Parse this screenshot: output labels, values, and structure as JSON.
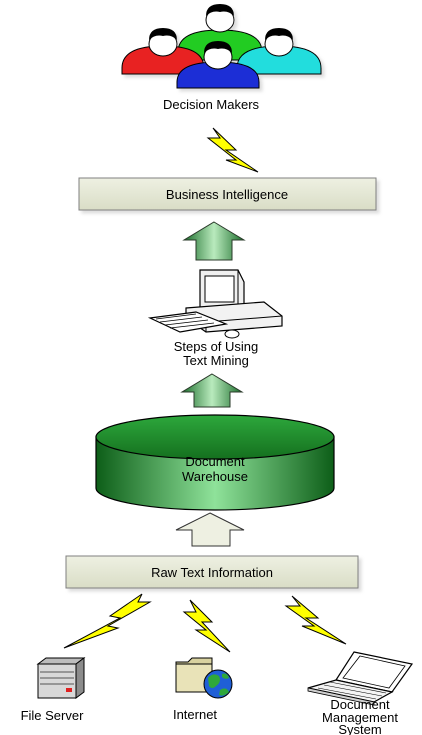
{
  "nodes": {
    "decision_makers": "Decision Makers",
    "business_intelligence": "Business Intelligence",
    "text_mining_line1": "Steps of Using",
    "text_mining_line2": "Text Mining",
    "warehouse_line1": "Document",
    "warehouse_line2": "Warehouse",
    "raw_text": "Raw Text Information",
    "file_server": "File Server",
    "internet": "Internet",
    "dms_line1": "Document",
    "dms_line2": "Management",
    "dms_line3": "System"
  },
  "icons": {
    "people": "decision-makers-people-icon",
    "computer": "desktop-computer-icon",
    "server": "file-server-icon",
    "globe": "internet-globe-folder-icon",
    "laptop": "laptop-icon",
    "bolt": "lightning-bolt-icon"
  },
  "colors": {
    "box_fill": "#e2e6d2",
    "box_stroke": "#808080",
    "arrow_green": "#2b8a3e",
    "arrow_beige": "#eef0e2",
    "bolt_yellow": "#ffff00",
    "cylinder_green": "#1f8f2e",
    "person_red": "#e82020",
    "person_green": "#22cc22",
    "person_cyan": "#22dddd",
    "person_blue": "#1a2fd6"
  }
}
